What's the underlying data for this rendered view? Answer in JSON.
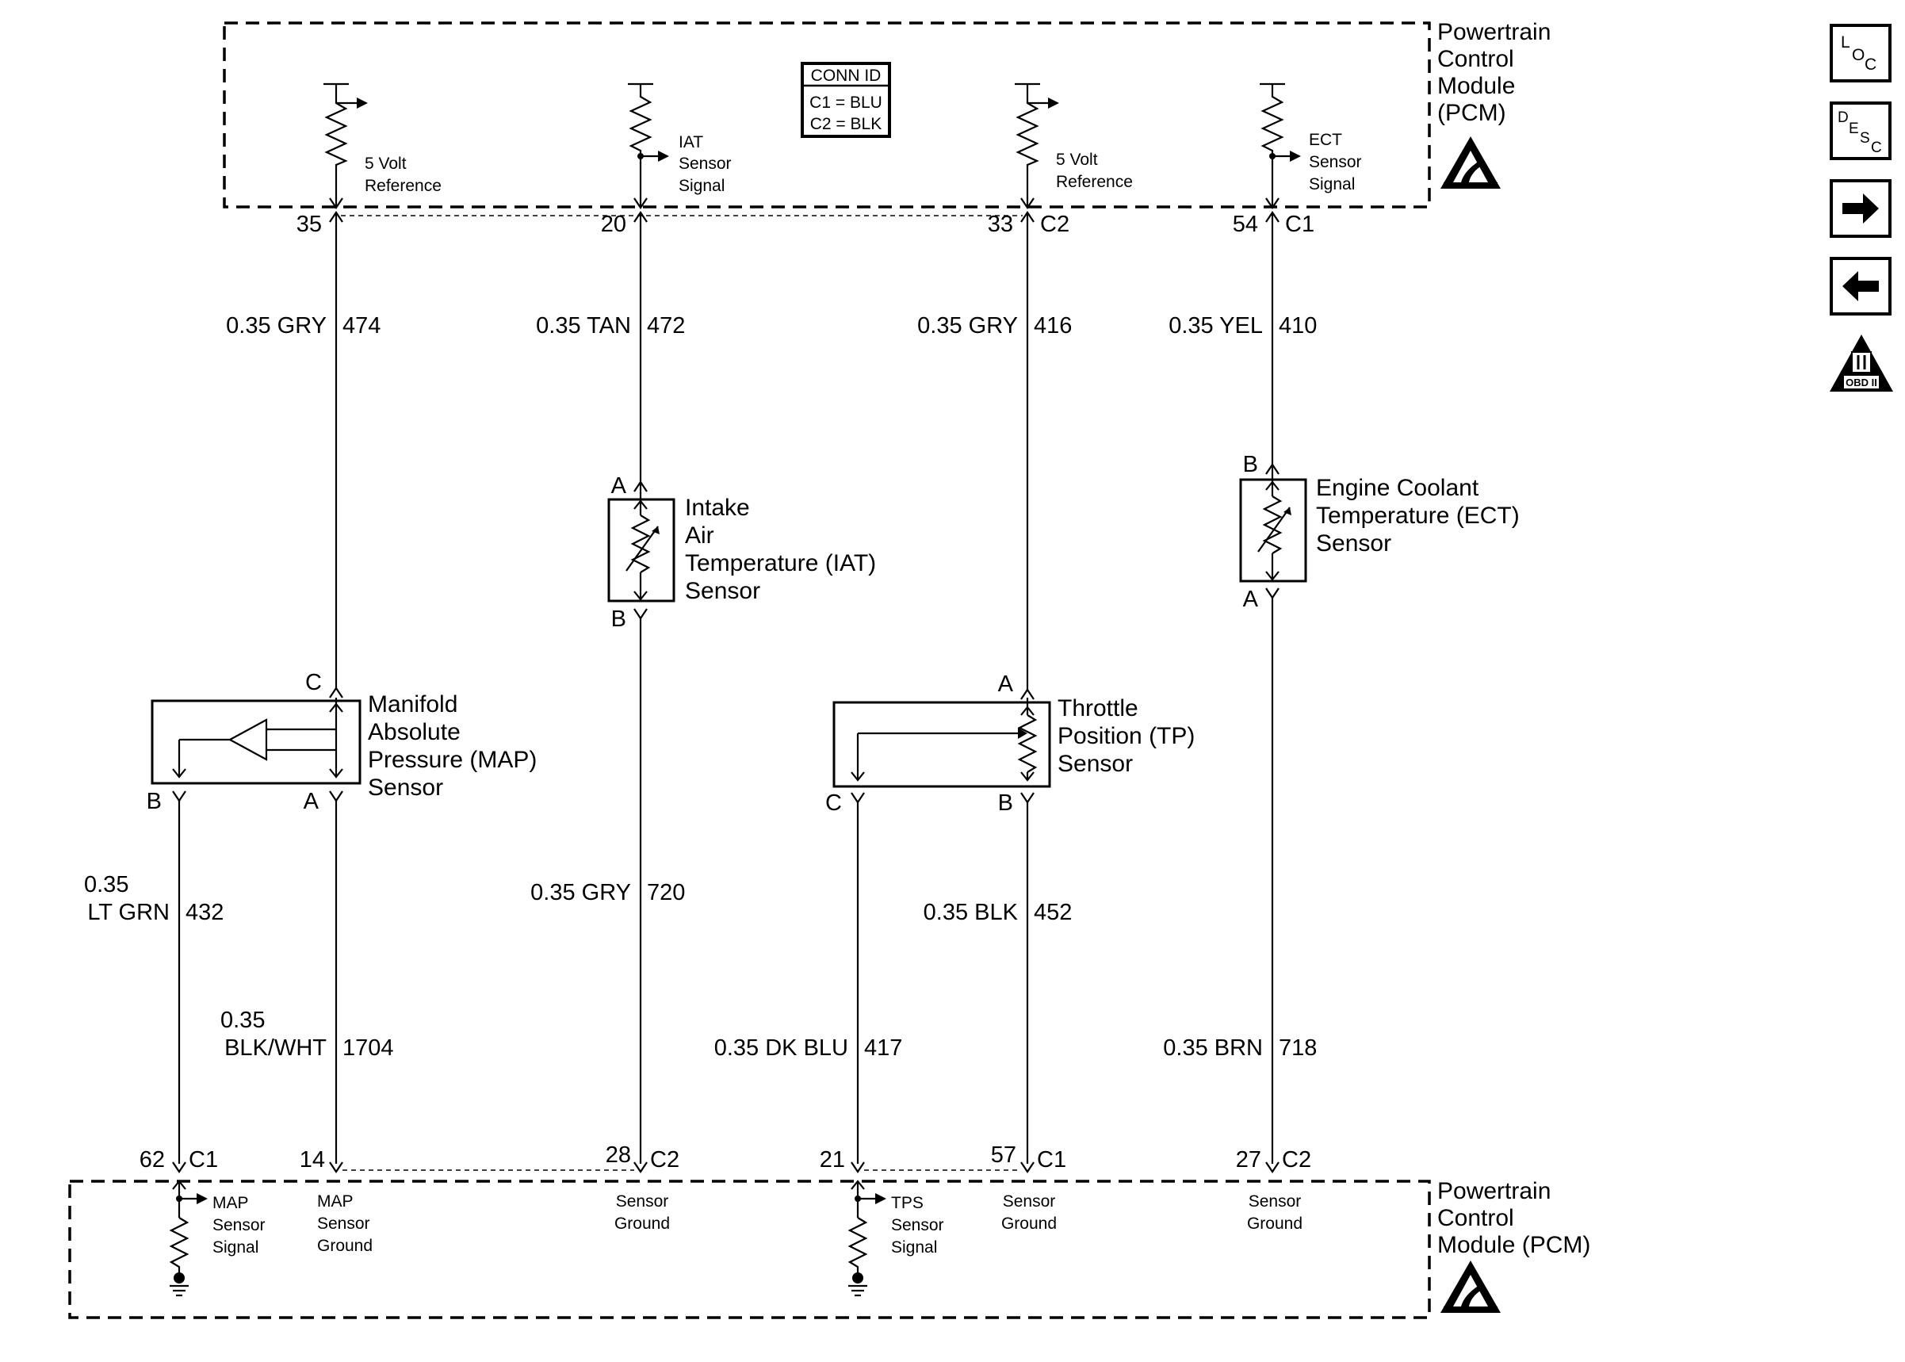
{
  "pcm_top": {
    "title_lines": [
      "Powertrain",
      "Control",
      "Module",
      "(PCM)"
    ],
    "conn_id": {
      "header": "CONN ID",
      "c1": "C1 = BLU",
      "c2": "C2 = BLK"
    },
    "internal_labels": [
      [
        "5 Volt",
        "Reference"
      ],
      [
        "IAT",
        "Sensor",
        "Signal"
      ],
      [
        "5 Volt",
        "Reference"
      ],
      [
        "ECT",
        "Sensor",
        "Signal"
      ]
    ],
    "pins": [
      {
        "pin": "35",
        "conn": ""
      },
      {
        "pin": "20",
        "conn": ""
      },
      {
        "pin": "33",
        "conn": "C2"
      },
      {
        "pin": "54",
        "conn": "C1"
      }
    ]
  },
  "pcm_bottom": {
    "title_lines": [
      "Powertrain",
      "Control",
      "Module (PCM)"
    ],
    "internal_labels": [
      [
        "MAP",
        "Sensor",
        "Signal"
      ],
      [
        "MAP",
        "Sensor",
        "Ground"
      ],
      [
        "Sensor",
        "Ground"
      ],
      [
        "TPS",
        "Sensor",
        "Signal"
      ],
      [
        "Sensor",
        "Ground"
      ],
      [
        "Sensor",
        "Ground"
      ]
    ],
    "pins": [
      {
        "pin": "62",
        "conn": "C1"
      },
      {
        "pin": "14",
        "conn": ""
      },
      {
        "pin": "28",
        "conn": "C2"
      },
      {
        "pin": "21",
        "conn": ""
      },
      {
        "pin": "57",
        "conn": "C1"
      },
      {
        "pin": "27",
        "conn": "C2"
      }
    ]
  },
  "wires": [
    {
      "color_lines": [
        "0.35 GRY"
      ],
      "circuit": "474"
    },
    {
      "color_lines": [
        "0.35 TAN"
      ],
      "circuit": "472"
    },
    {
      "color_lines": [
        "0.35 GRY"
      ],
      "circuit": "416"
    },
    {
      "color_lines": [
        "0.35 YEL"
      ],
      "circuit": "410"
    },
    {
      "color_lines": [
        "0.35",
        "LT GRN"
      ],
      "circuit": "432"
    },
    {
      "color_lines": [
        "0.35",
        "BLK/WHT"
      ],
      "circuit": "1704"
    },
    {
      "color_lines": [
        "0.35 GRY"
      ],
      "circuit": "720"
    },
    {
      "color_lines": [
        "0.35 DK BLU"
      ],
      "circuit": "417"
    },
    {
      "color_lines": [
        "0.35 BLK"
      ],
      "circuit": "452"
    },
    {
      "color_lines": [
        "0.35 BRN"
      ],
      "circuit": "718"
    }
  ],
  "sensors": {
    "map": {
      "name_lines": [
        "Manifold",
        "Absolute",
        "Pressure (MAP)",
        "Sensor"
      ],
      "pin_top": "C",
      "pin_left": "B",
      "pin_right": "A"
    },
    "iat": {
      "name_lines": [
        "Intake",
        "Air",
        "Temperature (IAT)",
        "Sensor"
      ],
      "pin_top": "A",
      "pin_bottom": "B"
    },
    "tp": {
      "name_lines": [
        "Throttle",
        "Position (TP)",
        "Sensor"
      ],
      "pin_top": "A",
      "pin_left": "C",
      "pin_right": "B"
    },
    "ect": {
      "name_lines": [
        "Engine Coolant",
        "Temperature (ECT)",
        "Sensor"
      ],
      "pin_top": "B",
      "pin_bottom": "A"
    }
  },
  "side_icons": [
    {
      "name": "loc-icon",
      "letters": [
        "L",
        "O",
        "C"
      ]
    },
    {
      "name": "desc-icon",
      "letters": [
        "D",
        "E",
        "S",
        "C"
      ]
    },
    {
      "name": "arrow-right-icon"
    },
    {
      "name": "arrow-left-icon"
    },
    {
      "name": "obd-ii-icon",
      "text": "OBD II"
    }
  ],
  "colors": {
    "ink": "#000000",
    "background": "#ffffff"
  }
}
